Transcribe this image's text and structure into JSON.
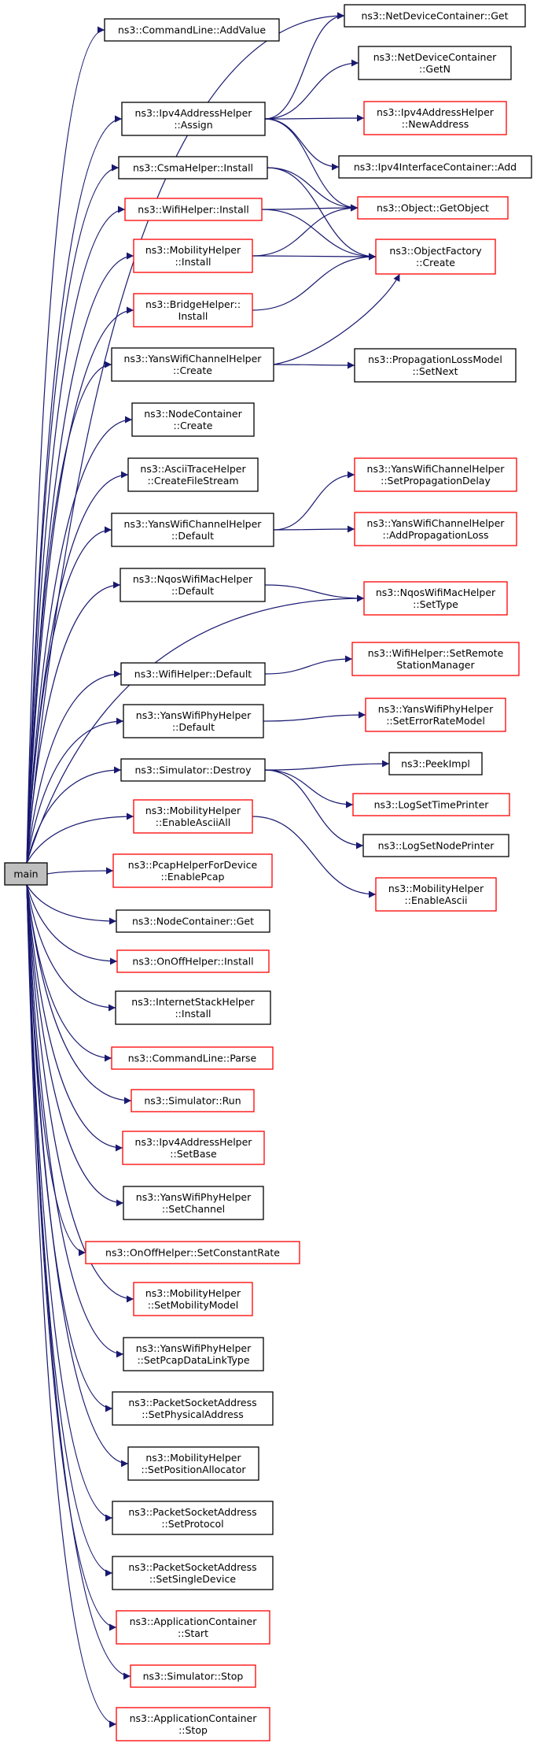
{
  "diagram": {
    "type": "call-graph",
    "edge_color": "#191970",
    "colors": {
      "default_border": "#000000",
      "red_border": "#ff0000",
      "root_fill": "#bfbfbf"
    },
    "nodes": [
      {
        "id": "main",
        "lines": [
          "main"
        ],
        "style": "root"
      },
      {
        "id": "cl_addvalue",
        "lines": [
          "ns3::CommandLine::AddValue"
        ],
        "style": "black"
      },
      {
        "id": "ndc_get",
        "lines": [
          "ns3::NetDeviceContainer::Get"
        ],
        "style": "black"
      },
      {
        "id": "ndc_getn",
        "lines": [
          "ns3::NetDeviceContainer",
          "::GetN"
        ],
        "style": "black"
      },
      {
        "id": "ipv4_assign",
        "lines": [
          "ns3::Ipv4AddressHelper",
          "::Assign"
        ],
        "style": "black"
      },
      {
        "id": "ipv4_newaddr",
        "lines": [
          "ns3::Ipv4AddressHelper",
          "::NewAddress"
        ],
        "style": "red"
      },
      {
        "id": "ipv4ic_add",
        "lines": [
          "ns3::Ipv4InterfaceContainer::Add"
        ],
        "style": "black"
      },
      {
        "id": "csma_install",
        "lines": [
          "ns3::CsmaHelper::Install"
        ],
        "style": "black"
      },
      {
        "id": "obj_getobject",
        "lines": [
          "ns3::Object::GetObject"
        ],
        "style": "red"
      },
      {
        "id": "wifi_install",
        "lines": [
          "ns3::WifiHelper::Install"
        ],
        "style": "red"
      },
      {
        "id": "mob_install",
        "lines": [
          "ns3::MobilityHelper",
          "::Install"
        ],
        "style": "red"
      },
      {
        "id": "objf_create",
        "lines": [
          "ns3::ObjectFactory",
          "::Create"
        ],
        "style": "red"
      },
      {
        "id": "bridge_install",
        "lines": [
          "ns3::BridgeHelper::",
          "Install"
        ],
        "style": "red"
      },
      {
        "id": "ywch_create",
        "lines": [
          "ns3::YansWifiChannelHelper",
          "::Create"
        ],
        "style": "black"
      },
      {
        "id": "plm_setnext",
        "lines": [
          "ns3::PropagationLossModel",
          "::SetNext"
        ],
        "style": "black"
      },
      {
        "id": "nc_create",
        "lines": [
          "ns3::NodeContainer",
          "::Create"
        ],
        "style": "black"
      },
      {
        "id": "ath_cfs",
        "lines": [
          "ns3::AsciiTraceHelper",
          "::CreateFileStream"
        ],
        "style": "black"
      },
      {
        "id": "ywch_setpropdelay",
        "lines": [
          "ns3::YansWifiChannelHelper",
          "::SetPropagationDelay"
        ],
        "style": "red"
      },
      {
        "id": "ywch_default",
        "lines": [
          "ns3::YansWifiChannelHelper",
          "::Default"
        ],
        "style": "black"
      },
      {
        "id": "ywch_addproploss",
        "lines": [
          "ns3::YansWifiChannelHelper",
          "::AddPropagationLoss"
        ],
        "style": "red"
      },
      {
        "id": "nqos_default",
        "lines": [
          "ns3::NqosWifiMacHelper",
          "::Default"
        ],
        "style": "black"
      },
      {
        "id": "nqos_settype",
        "lines": [
          "ns3::NqosWifiMacHelper",
          "::SetType"
        ],
        "style": "red"
      },
      {
        "id": "wifi_srsm",
        "lines": [
          "ns3::WifiHelper::SetRemote",
          "StationManager"
        ],
        "style": "red"
      },
      {
        "id": "wifi_default",
        "lines": [
          "ns3::WifiHelper::Default"
        ],
        "style": "black"
      },
      {
        "id": "ywph_default",
        "lines": [
          "ns3::YansWifiPhyHelper",
          "::Default"
        ],
        "style": "black"
      },
      {
        "id": "ywph_serm",
        "lines": [
          "ns3::YansWifiPhyHelper",
          "::SetErrorRateModel"
        ],
        "style": "red"
      },
      {
        "id": "sim_destroy",
        "lines": [
          "ns3::Simulator::Destroy"
        ],
        "style": "black"
      },
      {
        "id": "peekimpl",
        "lines": [
          "ns3::PeekImpl"
        ],
        "style": "black"
      },
      {
        "id": "logsettime",
        "lines": [
          "ns3::LogSetTimePrinter"
        ],
        "style": "red"
      },
      {
        "id": "logsetnode",
        "lines": [
          "ns3::LogSetNodePrinter"
        ],
        "style": "black"
      },
      {
        "id": "mob_enableasciiall",
        "lines": [
          "ns3::MobilityHelper",
          "::EnableAsciiAll"
        ],
        "style": "red"
      },
      {
        "id": "mob_enableascii",
        "lines": [
          "ns3::MobilityHelper",
          "::EnableAscii"
        ],
        "style": "red"
      },
      {
        "id": "pcap_enablepcap",
        "lines": [
          "ns3::PcapHelperForDevice",
          "::EnablePcap"
        ],
        "style": "red"
      },
      {
        "id": "nc_get",
        "lines": [
          "ns3::NodeContainer::Get"
        ],
        "style": "black"
      },
      {
        "id": "onoff_install",
        "lines": [
          "ns3::OnOffHelper::Install"
        ],
        "style": "red"
      },
      {
        "id": "ish_install",
        "lines": [
          "ns3::InternetStackHelper",
          "::Install"
        ],
        "style": "black"
      },
      {
        "id": "cl_parse",
        "lines": [
          "ns3::CommandLine::Parse"
        ],
        "style": "red"
      },
      {
        "id": "sim_run",
        "lines": [
          "ns3::Simulator::Run"
        ],
        "style": "red"
      },
      {
        "id": "ipv4_setbase",
        "lines": [
          "ns3::Ipv4AddressHelper",
          "::SetBase"
        ],
        "style": "red"
      },
      {
        "id": "ywph_setchannel",
        "lines": [
          "ns3::YansWifiPhyHelper",
          "::SetChannel"
        ],
        "style": "black"
      },
      {
        "id": "onoff_scr",
        "lines": [
          "ns3::OnOffHelper::SetConstantRate"
        ],
        "style": "red"
      },
      {
        "id": "mob_setmm",
        "lines": [
          "ns3::MobilityHelper",
          "::SetMobilityModel"
        ],
        "style": "red"
      },
      {
        "id": "ywph_spdlt",
        "lines": [
          "ns3::YansWifiPhyHelper",
          "::SetPcapDataLinkType"
        ],
        "style": "black"
      },
      {
        "id": "psa_setphys",
        "lines": [
          "ns3::PacketSocketAddress",
          "::SetPhysicalAddress"
        ],
        "style": "black"
      },
      {
        "id": "mob_setpa",
        "lines": [
          "ns3::MobilityHelper",
          "::SetPositionAllocator"
        ],
        "style": "black"
      },
      {
        "id": "psa_setproto",
        "lines": [
          "ns3::PacketSocketAddress",
          "::SetProtocol"
        ],
        "style": "black"
      },
      {
        "id": "psa_setsd",
        "lines": [
          "ns3::PacketSocketAddress",
          "::SetSingleDevice"
        ],
        "style": "black"
      },
      {
        "id": "ac_start",
        "lines": [
          "ns3::ApplicationContainer",
          "::Start"
        ],
        "style": "red"
      },
      {
        "id": "sim_stop",
        "lines": [
          "ns3::Simulator::Stop"
        ],
        "style": "red"
      },
      {
        "id": "ac_stop",
        "lines": [
          "ns3::ApplicationContainer",
          "::Stop"
        ],
        "style": "red"
      }
    ],
    "edges": [
      [
        "main",
        "cl_addvalue"
      ],
      [
        "main",
        "ndc_get"
      ],
      [
        "main",
        "ipv4_assign"
      ],
      [
        "main",
        "csma_install"
      ],
      [
        "main",
        "wifi_install"
      ],
      [
        "main",
        "mob_install"
      ],
      [
        "main",
        "bridge_install"
      ],
      [
        "main",
        "ywch_create"
      ],
      [
        "main",
        "nc_create"
      ],
      [
        "main",
        "ath_cfs"
      ],
      [
        "main",
        "ywch_default"
      ],
      [
        "main",
        "nqos_default"
      ],
      [
        "main",
        "nqos_settype"
      ],
      [
        "main",
        "wifi_default"
      ],
      [
        "main",
        "ywph_default"
      ],
      [
        "main",
        "sim_destroy"
      ],
      [
        "main",
        "mob_enableasciiall"
      ],
      [
        "main",
        "pcap_enablepcap"
      ],
      [
        "main",
        "nc_get"
      ],
      [
        "main",
        "onoff_install"
      ],
      [
        "main",
        "ish_install"
      ],
      [
        "main",
        "cl_parse"
      ],
      [
        "main",
        "sim_run"
      ],
      [
        "main",
        "ipv4_setbase"
      ],
      [
        "main",
        "ywph_setchannel"
      ],
      [
        "main",
        "onoff_scr"
      ],
      [
        "main",
        "mob_setmm"
      ],
      [
        "main",
        "ywph_spdlt"
      ],
      [
        "main",
        "psa_setphys"
      ],
      [
        "main",
        "mob_setpa"
      ],
      [
        "main",
        "psa_setproto"
      ],
      [
        "main",
        "psa_setsd"
      ],
      [
        "main",
        "ac_start"
      ],
      [
        "main",
        "sim_stop"
      ],
      [
        "main",
        "ac_stop"
      ],
      [
        "ipv4_assign",
        "ndc_get"
      ],
      [
        "ipv4_assign",
        "ndc_getn"
      ],
      [
        "ipv4_assign",
        "ipv4_newaddr"
      ],
      [
        "ipv4_assign",
        "ipv4ic_add"
      ],
      [
        "ipv4_assign",
        "obj_getobject"
      ],
      [
        "csma_install",
        "obj_getobject"
      ],
      [
        "csma_install",
        "objf_create"
      ],
      [
        "wifi_install",
        "obj_getobject"
      ],
      [
        "wifi_install",
        "objf_create"
      ],
      [
        "mob_install",
        "obj_getobject"
      ],
      [
        "mob_install",
        "objf_create"
      ],
      [
        "bridge_install",
        "objf_create"
      ],
      [
        "ywch_create",
        "objf_create"
      ],
      [
        "ywch_create",
        "plm_setnext"
      ],
      [
        "ywch_default",
        "ywch_setpropdelay"
      ],
      [
        "ywch_default",
        "ywch_addproploss"
      ],
      [
        "nqos_default",
        "nqos_settype"
      ],
      [
        "wifi_default",
        "wifi_srsm"
      ],
      [
        "ywph_default",
        "ywph_serm"
      ],
      [
        "sim_destroy",
        "peekimpl"
      ],
      [
        "sim_destroy",
        "logsettime"
      ],
      [
        "sim_destroy",
        "logsetnode"
      ],
      [
        "mob_enableasciiall",
        "mob_enableascii"
      ]
    ]
  }
}
